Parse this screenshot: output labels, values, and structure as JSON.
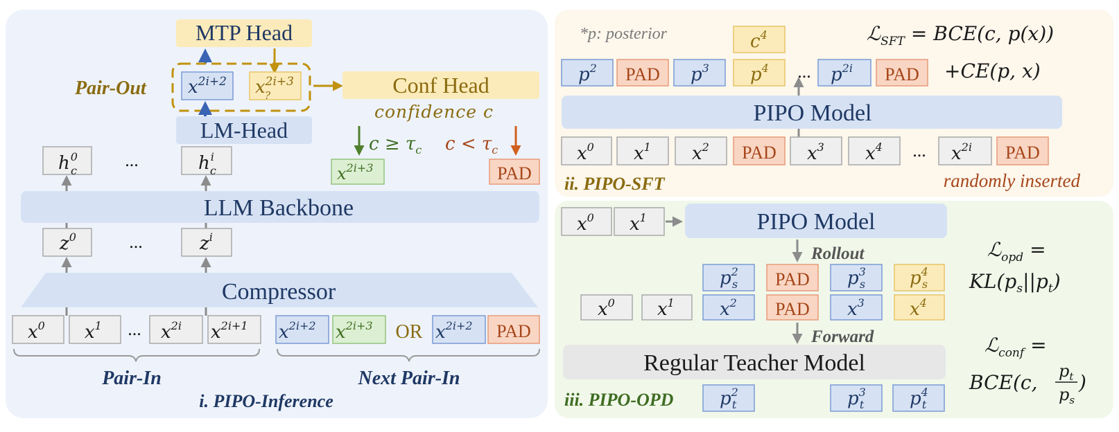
{
  "panel_i": {
    "title": "i. PIPO-Inference",
    "mtp_head": "MTP Head",
    "pair_out": "Pair-Out",
    "conf_head": "Conf Head",
    "confidence": "confidence c",
    "lm_head": "LM-Head",
    "cond_ge": "c ≥ τc",
    "cond_lt": "c < τc",
    "llm_backbone": "LLM Backbone",
    "compressor": "Compressor",
    "ellipsis": "...",
    "or_label": "OR",
    "pad": "PAD",
    "pair_in": "Pair-In",
    "next_pair_in": "Next Pair-In"
  },
  "panel_ii": {
    "title": "ii. PIPO-SFT",
    "posterior_note": "*p: posterior",
    "loss_line1": "ℒSFT = BCE(c, p(x))",
    "loss_line2": "+CE(p, x)",
    "model": "PIPO Model",
    "randomly_inserted": "randomly inserted",
    "pad": "PAD",
    "ellipsis": "..."
  },
  "panel_iii": {
    "title": "iii. PIPO-OPD",
    "model": "PIPO Model",
    "rollout": "Rollout",
    "forward": "Forward",
    "teacher": "Regular Teacher Model",
    "loss_opd_1": "ℒopd =",
    "loss_opd_2": "KL(ps||pt)",
    "loss_conf_1": "ℒconf =",
    "loss_conf_2": "BCE(c, pt/ps)",
    "pad": "PAD"
  },
  "colors": {
    "blue_box": "#d6e2f4",
    "blue_border": "#7a9bd3",
    "orange_box": "#f9d6c4",
    "orange_border": "#e79a7a",
    "yellow_box": "#fbeab9",
    "yellow_border": "#e8c467",
    "green_box": "#dcefd2",
    "green_border": "#94c37e",
    "gray_box": "#efefef",
    "gray_border": "#a9a9a9",
    "navy_text": "#1f3864",
    "gold_text": "#8a6b10",
    "green_text": "#3f6d23",
    "orange_text": "#a6461a"
  }
}
